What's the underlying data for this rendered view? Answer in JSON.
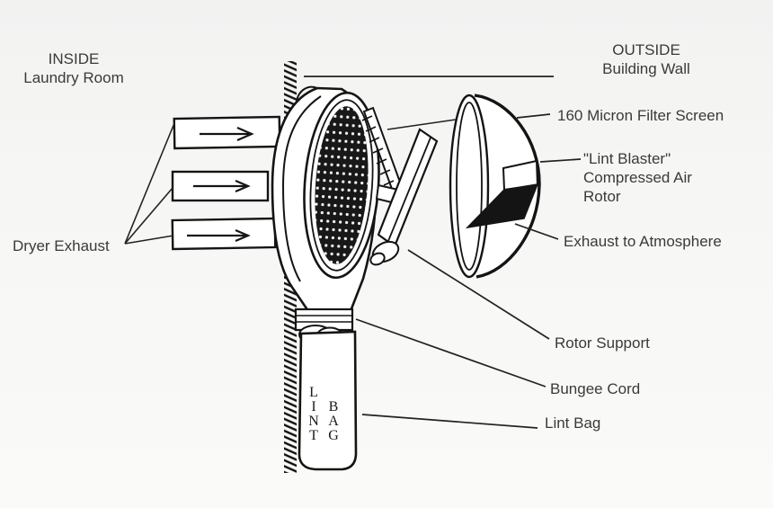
{
  "labels": {
    "inside_title": "INSIDE",
    "inside_subtitle": "Laundry Room",
    "outside_title": "OUTSIDE",
    "outside_subtitle": "Building Wall",
    "filter_screen": "160 Micron Filter Screen",
    "lint_blaster_line1": "\"Lint Blaster\"",
    "lint_blaster_line2": "Compressed Air",
    "lint_blaster_line3": "Rotor",
    "exhaust_atmosphere": "Exhaust to Atmosphere",
    "dryer_exhaust": "Dryer Exhaust",
    "rotor_support": "Rotor Support",
    "bungee_cord": "Bungee Cord",
    "lint_bag": "Lint Bag"
  },
  "bag_text": {
    "col1": [
      "L",
      "I",
      "N",
      "T"
    ],
    "col2": [
      "B",
      "A",
      "G"
    ]
  },
  "diagram": {
    "type": "technical-line-drawing",
    "airflow_arrow_count": 3
  },
  "colors": {
    "ink": "#141414",
    "leader": "#222222",
    "label_text": "#3a3a3a",
    "background": "#f6f6f4",
    "mesh_fill": "#181818"
  }
}
